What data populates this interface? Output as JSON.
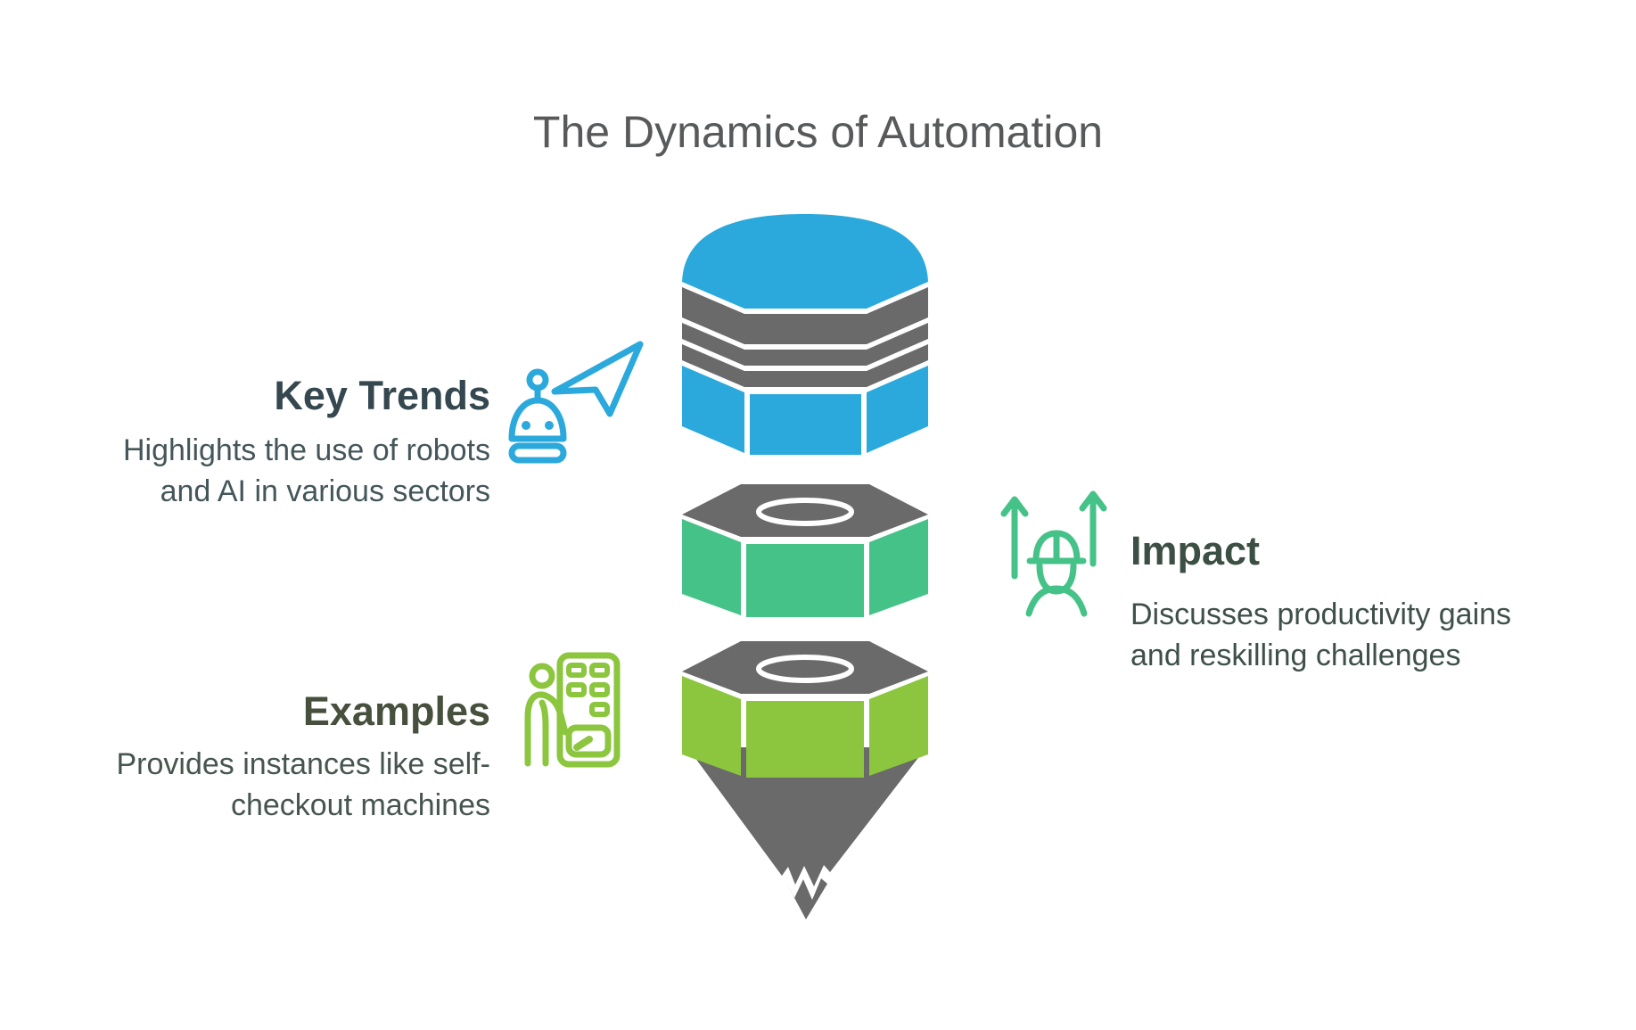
{
  "title": "The Dynamics of Automation",
  "sections": {
    "key_trends": {
      "heading": "Key Trends",
      "description_line1": "Highlights the use of robots",
      "description_line2": "and AI in various sectors",
      "icon": "robot-cursor-icon",
      "accent_color": "#2BA9DC"
    },
    "impact": {
      "heading": "Impact",
      "description_line1": "Discusses productivity gains",
      "description_line2": "and reskilling challenges",
      "icon": "worker-up-arrows-icon",
      "accent_color": "#45C287"
    },
    "examples": {
      "heading": "Examples",
      "description_line1": "Provides instances like self-",
      "description_line2": "checkout machines",
      "icon": "person-self-checkout-icon",
      "accent_color": "#8CC63E"
    }
  },
  "funnel": {
    "segments": [
      {
        "name": "top-cap",
        "fill": "#2BA9DC",
        "band_fill": "#6A6A6A"
      },
      {
        "name": "middle-nut",
        "fill": "#45C287",
        "top_fill": "#6A6A6A"
      },
      {
        "name": "bottom-nut",
        "fill": "#8CC63E",
        "top_fill": "#6A6A6A"
      },
      {
        "name": "pencil-tip",
        "fill": "#6A6A6A"
      }
    ]
  },
  "colors": {
    "background": "#FFFFFF",
    "title_text": "#58595B",
    "gray": "#6A6A6A",
    "blue": "#2BA9DC",
    "green": "#45C287",
    "light_green": "#8CC63E"
  }
}
